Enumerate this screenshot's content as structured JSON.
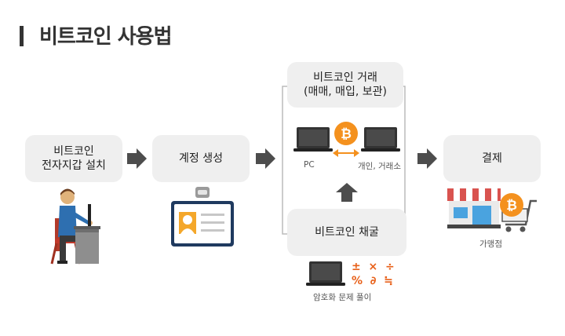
{
  "title": "비트코인 사용법",
  "boxes": {
    "wallet": "비트코인\n전자지갑 설치",
    "account": "계정 생성",
    "trade_line1": "비트코인 거래",
    "trade_line2": "(매매, 매입, 보관)",
    "mining": "비트코인 채굴",
    "payment": "결제"
  },
  "captions": {
    "pc": "PC",
    "exchange": "개인, 거래소",
    "merchant": "가맹점",
    "crypto": "암호화 문제 풀이"
  },
  "math_symbols": {
    "row1": "±  ×  ÷",
    "row2": "%  ∂  ≒"
  },
  "colors": {
    "box": "#efefef",
    "arrow": "#4d4d4d",
    "accent": "#f4911e",
    "bracket": "#bbbbbb"
  }
}
